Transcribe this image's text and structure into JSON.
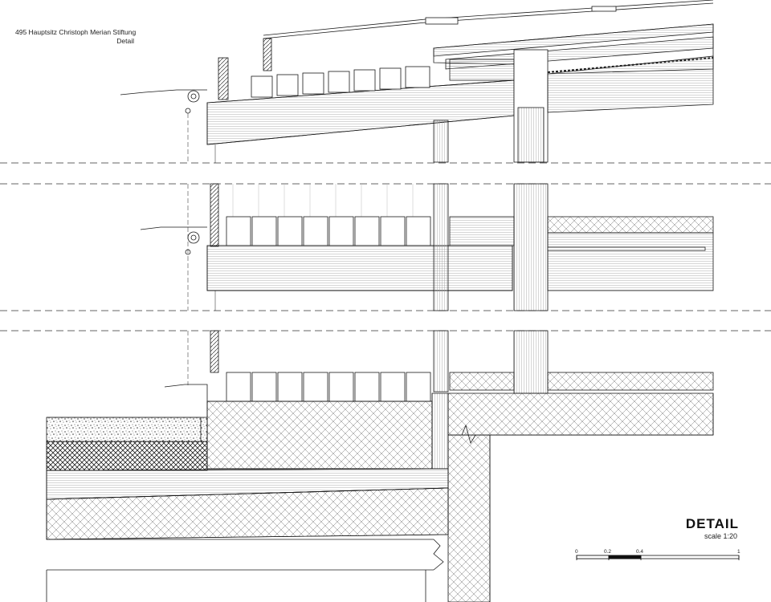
{
  "header": {
    "project": "495 Hauptsitz Christoph Merian Stiftung",
    "sheet": "Detail"
  },
  "title_block": {
    "title": "DETAIL",
    "scale": "scale 1:20"
  },
  "scale_bar": {
    "labels": [
      "0",
      "0.2",
      "0.4",
      "1"
    ],
    "values": [
      0,
      0.2,
      0.4,
      1
    ]
  },
  "colors": {
    "line": "#1a1a1a",
    "hatch": "#555555",
    "background": "#ffffff"
  }
}
